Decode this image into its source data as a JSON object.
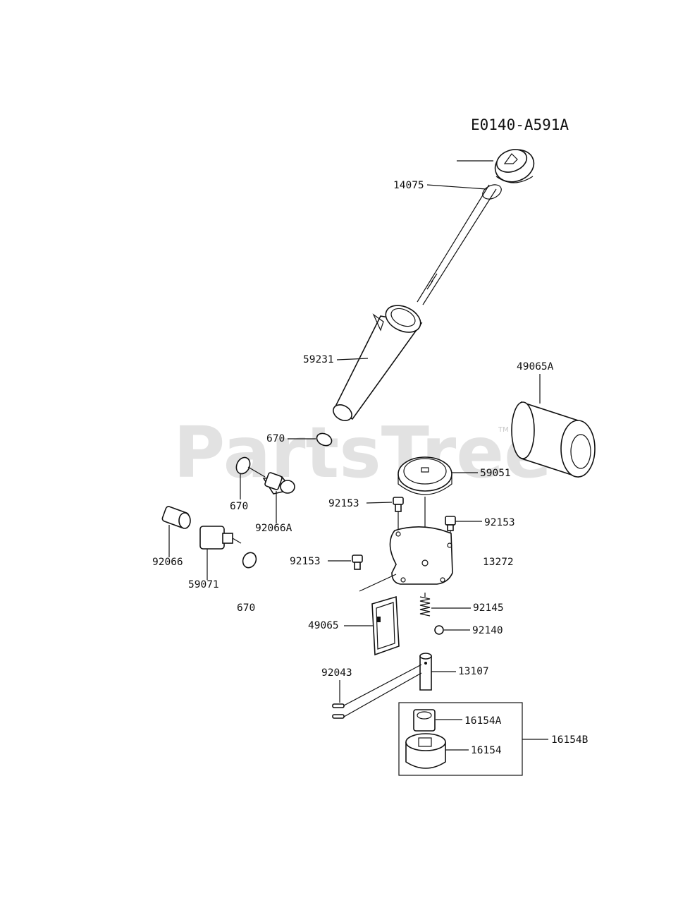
{
  "diagram": {
    "code": "E0140-A591A",
    "watermark": "PartsTree",
    "watermark_tm": "TM",
    "labels": {
      "p14075": "14075",
      "p59231": "59231",
      "p49065A": "49065A",
      "p670_a": "670",
      "p59051": "59051",
      "p670_b": "670",
      "p92153_a": "92153",
      "p92153_b": "92153",
      "p92066A": "92066A",
      "p92066": "92066",
      "p92153_c": "92153",
      "p13272": "13272",
      "p59071": "59071",
      "p670_c": "670",
      "p92145": "92145",
      "p49065": "49065",
      "p92140": "92140",
      "p92043": "92043",
      "p13107": "13107",
      "p16154A": "16154A",
      "p16154B": "16154B",
      "p16154": "16154"
    }
  }
}
